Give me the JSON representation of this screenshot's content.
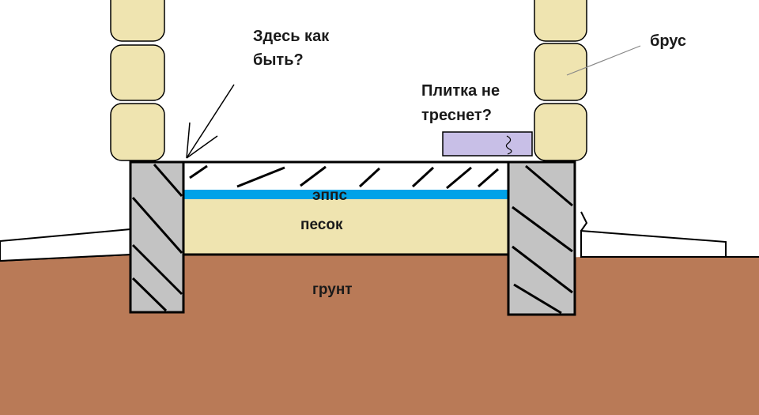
{
  "labels": {
    "question_here_line1": "Здесь как",
    "question_here_line2": "быть?",
    "timber": "брус",
    "tile_question_line1": "Плитка не",
    "tile_question_line2": "треснет?",
    "epps": "эппс",
    "sand": "песок",
    "ground": "грунт"
  },
  "colors": {
    "ground": "#b97a57",
    "sand": "#efe4b0",
    "epps": "#00a2e8",
    "concrete": "#c3c3c3",
    "timber": "#efe4b0",
    "tile": "#c8bfe7",
    "outline": "#000000"
  }
}
